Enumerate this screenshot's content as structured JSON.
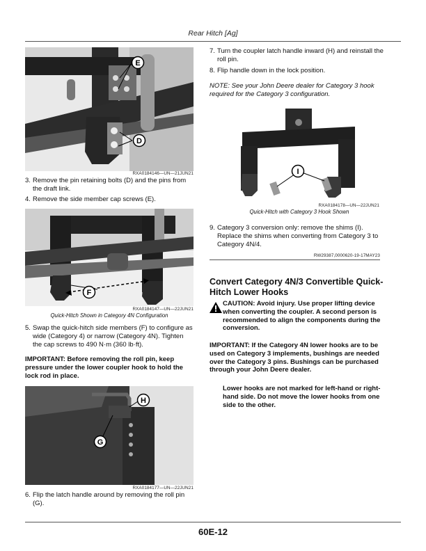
{
  "header": {
    "title": "Rear Hitch [Ag]"
  },
  "figures": {
    "fig1": {
      "code": "RXA0184146—UN—21JUN21",
      "callouts": [
        "E",
        "D"
      ]
    },
    "fig2": {
      "code": "RXA0184147—UN—22JUN21",
      "caption": "Quick-Hitch Shown in Category 4N Configuration",
      "callouts": [
        "F"
      ]
    },
    "fig3": {
      "code": "RXA0184177—UN—22JUN21",
      "callouts": [
        "H",
        "G"
      ]
    },
    "fig4": {
      "code": "RXA0184178—UN—22JUN21",
      "caption": "Quick-Hitch with Category 3 Hook Shown",
      "callouts": [
        "I"
      ]
    }
  },
  "steps": {
    "s3": {
      "num": "3.",
      "text": "Remove the pin retaining bolts (D) and the pins from the draft link."
    },
    "s4": {
      "num": "4.",
      "text": "Remove the side member cap screws (E)."
    },
    "s5": {
      "num": "5.",
      "text": "Swap the quick-hitch side members (F) to configure as wide (Category 4) or narrow (Category 4N). Tighten the cap screws to 490 N·m (360 lb·ft)."
    },
    "s6": {
      "num": "6.",
      "text": "Flip the latch handle around by removing the roll pin (G)."
    },
    "s7": {
      "num": "7.",
      "text": "Turn the coupler latch handle inward (H) and reinstall the roll pin."
    },
    "s8": {
      "num": "8.",
      "text": "Flip handle down in the lock position."
    },
    "s9": {
      "num": "9.",
      "text": "Category 3 conversion only: remove the shims (I). Replace the shims when converting from Category 3 to Category 4N/4."
    }
  },
  "important1": "IMPORTANT: Before removing the roll pin, keep pressure under the lower coupler hook to hold the lock rod in place.",
  "note1": "NOTE: See your John Deere dealer for Category 3 hook required for the Category 3 configuration.",
  "doc_ref": "RW29387,0000620-19-17MAY23",
  "section": {
    "heading": "Convert Category 4N/3 Convertible Quick-Hitch Lower Hooks",
    "caution": "CAUTION: Avoid injury. Use proper lifting device when converting the coupler. A second person is recommended to align the components during the conversion.",
    "important2": "IMPORTANT: If the Category 4N lower hooks are to be used on Category 3 implements, bushings are needed over the Category 3 pins. Bushings can be purchased through your John Deere dealer.",
    "important2_cont": "Lower hooks are not marked for left-hand or right-hand side. Do not move the lower hooks from one side to the other."
  },
  "footer": {
    "page": "60E-12"
  }
}
